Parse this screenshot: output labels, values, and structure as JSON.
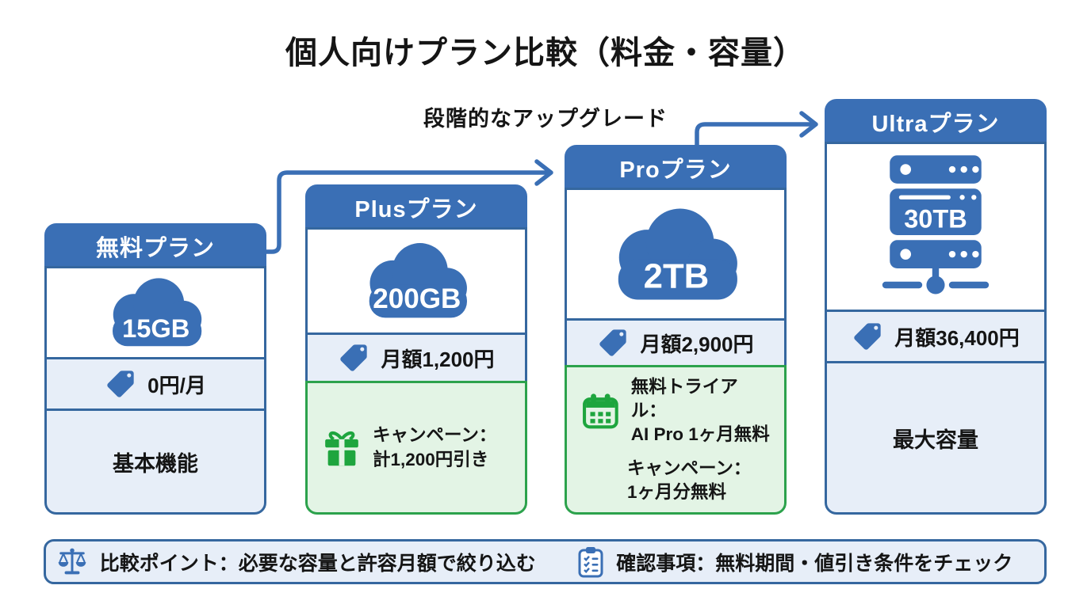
{
  "title": "個人向けプラン比較（料金・容量）",
  "upgrade_arrow_label": "段階的なアップグレード",
  "colors": {
    "blue": "#3a6fb5",
    "light_blue_bg": "#e7eef8",
    "green": "#1ea53e",
    "green_bg": "#e3f4e5",
    "green_border": "#2ca24c"
  },
  "plans": [
    {
      "name": "無料プラン",
      "capacity": "15GB",
      "capacity_icon": "cloud-icon",
      "price": "0円/月",
      "feature": "基本機能"
    },
    {
      "name": "Plusプラン",
      "capacity": "200GB",
      "capacity_icon": "cloud-icon",
      "price": "月額1,200円",
      "campaign": {
        "line1": "キャンペーン：",
        "line2": "計1,200円引き"
      }
    },
    {
      "name": "Proプラン",
      "capacity": "2TB",
      "capacity_icon": "cloud-icon",
      "price": "月額2,900円",
      "trial": {
        "line1": "無料トライアル：",
        "line2": "AI Pro 1ヶ月無料"
      },
      "campaign": {
        "line1": "キャンペーン：",
        "line2": "1ヶ月分無料"
      }
    },
    {
      "name": "Ultraプラン",
      "capacity": "30TB",
      "capacity_icon": "server-icon",
      "price": "月額36,400円",
      "feature": "最大容量"
    }
  ],
  "footer": {
    "comparison": "比較ポイント：必要な容量と許容月額で絞り込む",
    "check": "確認事項：無料期間・値引き条件をチェック"
  }
}
